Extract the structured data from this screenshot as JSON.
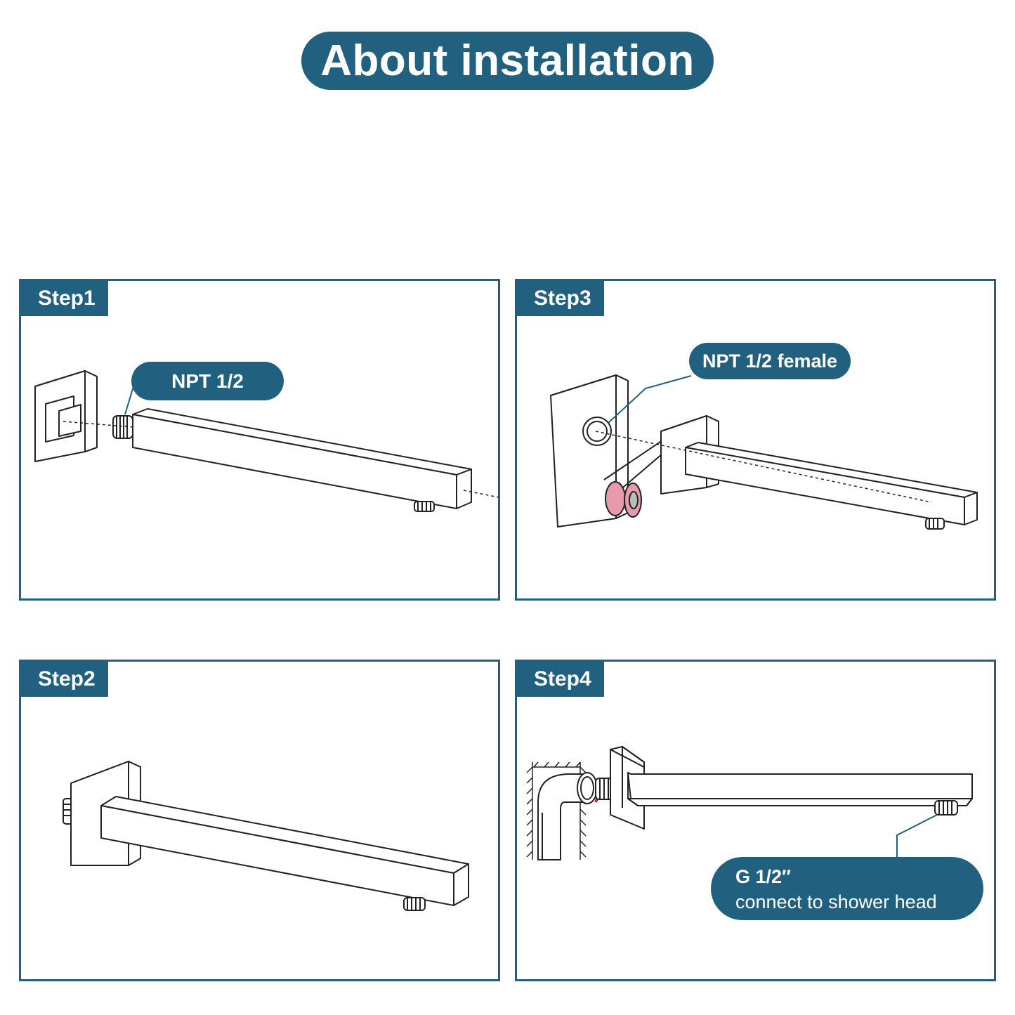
{
  "title": "About installation",
  "colors": {
    "accent": "#21607f",
    "line": "#222222",
    "washer": "#e79aac"
  },
  "steps": {
    "step1": {
      "label": "Step1",
      "callout": "NPT 1/2"
    },
    "step2": {
      "label": "Step2"
    },
    "step3": {
      "label": "Step3",
      "callout": "NPT 1/2 female"
    },
    "step4": {
      "label": "Step4",
      "callout_line1": "G 1/2″",
      "callout_line2": "connect to shower head"
    }
  }
}
